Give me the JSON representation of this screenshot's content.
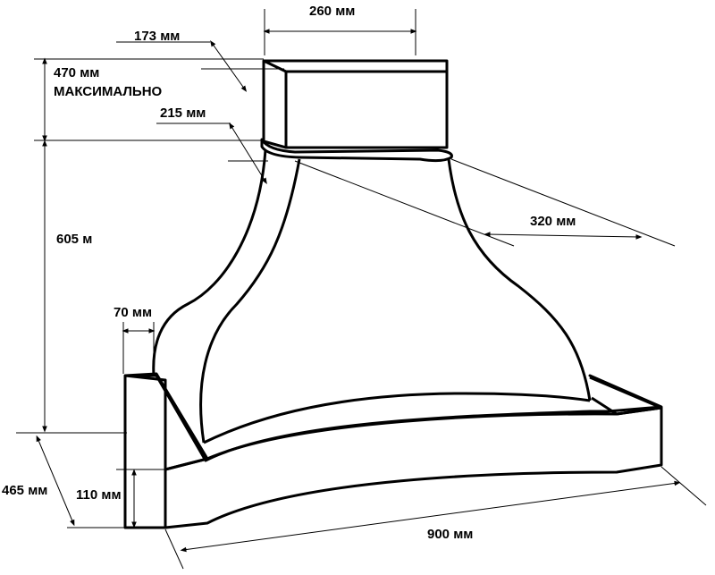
{
  "labels": {
    "width_top": "260 мм",
    "depth_top": "173 мм",
    "height_max_value": "470 мм",
    "height_max_note": "МАКСИМАЛЬНО",
    "neck_depth": "215 мм",
    "body_depth": "320 мм",
    "body_height": "605 м",
    "frame_width": "70 мм",
    "total_depth": "465 мм",
    "frame_height": "110 мм",
    "total_width": "900 мм"
  }
}
